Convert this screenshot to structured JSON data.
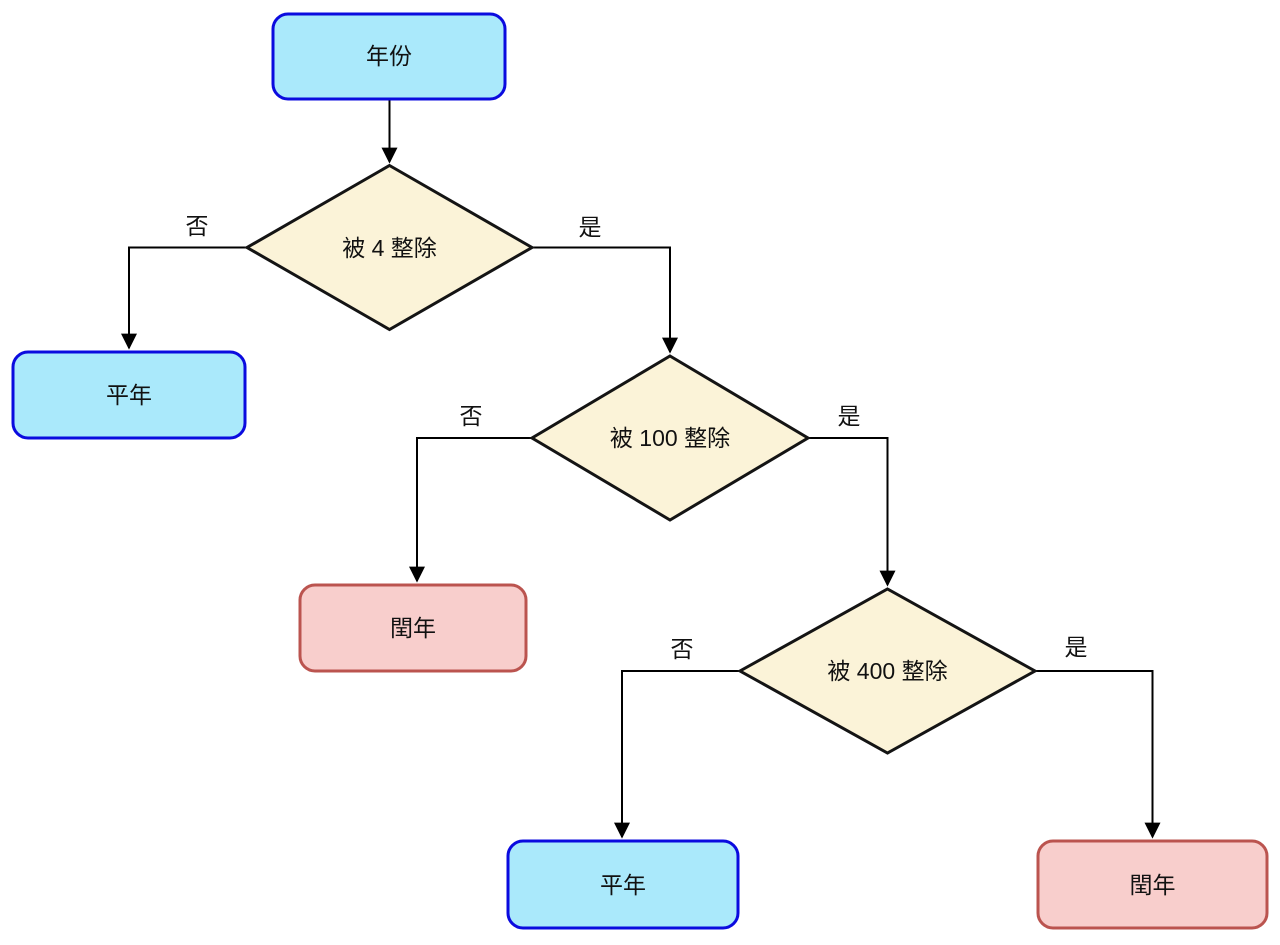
{
  "diagram": {
    "description": "Leap year decision flowchart",
    "nodes": {
      "start": {
        "label": "年份",
        "type": "rounded-rect-blue"
      },
      "check4": {
        "label": "被 4 整除",
        "type": "decision"
      },
      "check100": {
        "label": "被 100 整除",
        "type": "decision"
      },
      "check400": {
        "label": "被 400 整除",
        "type": "decision"
      },
      "common_year_1": {
        "label": "平年",
        "type": "rounded-rect-blue"
      },
      "leap_year_1": {
        "label": "閏年",
        "type": "rounded-rect-pink"
      },
      "common_year_2": {
        "label": "平年",
        "type": "rounded-rect-blue"
      },
      "leap_year_2": {
        "label": "閏年",
        "type": "rounded-rect-pink"
      }
    },
    "edge_labels": {
      "no": "否",
      "yes": "是"
    },
    "colors": {
      "process_fill": "#aae9fb",
      "process_stroke": "#0b0bdf",
      "decision_fill": "#fbf3d8",
      "decision_stroke": "#141414",
      "result_fill": "#f8cecc",
      "result_stroke": "#bb544f",
      "edge": "#000000",
      "text": "#111111"
    }
  }
}
